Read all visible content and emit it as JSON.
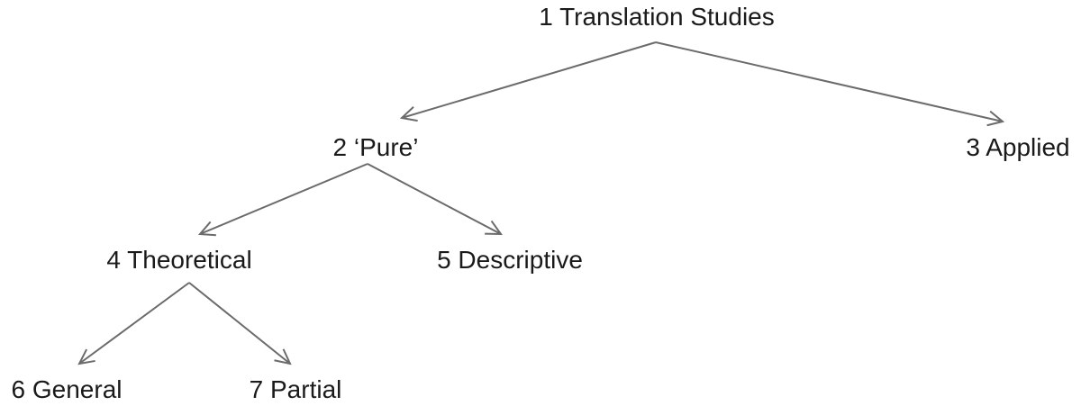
{
  "diagram": {
    "type": "tree",
    "nodes": [
      {
        "id": "n1",
        "label": "1 Translation Studies"
      },
      {
        "id": "n2",
        "label": "2 ‘Pure’"
      },
      {
        "id": "n3",
        "label": "3 Applied"
      },
      {
        "id": "n4",
        "label": "4 Theoretical"
      },
      {
        "id": "n5",
        "label": "5 Descriptive"
      },
      {
        "id": "n6",
        "label": "6 General"
      },
      {
        "id": "n7",
        "label": "7 Partial"
      }
    ],
    "edges": [
      {
        "from": "n1",
        "to": "n2"
      },
      {
        "from": "n1",
        "to": "n3"
      },
      {
        "from": "n2",
        "to": "n4"
      },
      {
        "from": "n2",
        "to": "n5"
      },
      {
        "from": "n4",
        "to": "n6"
      },
      {
        "from": "n4",
        "to": "n7"
      }
    ],
    "colors": {
      "edge": "#6b6b6b",
      "text": "#1a1a1a"
    }
  }
}
